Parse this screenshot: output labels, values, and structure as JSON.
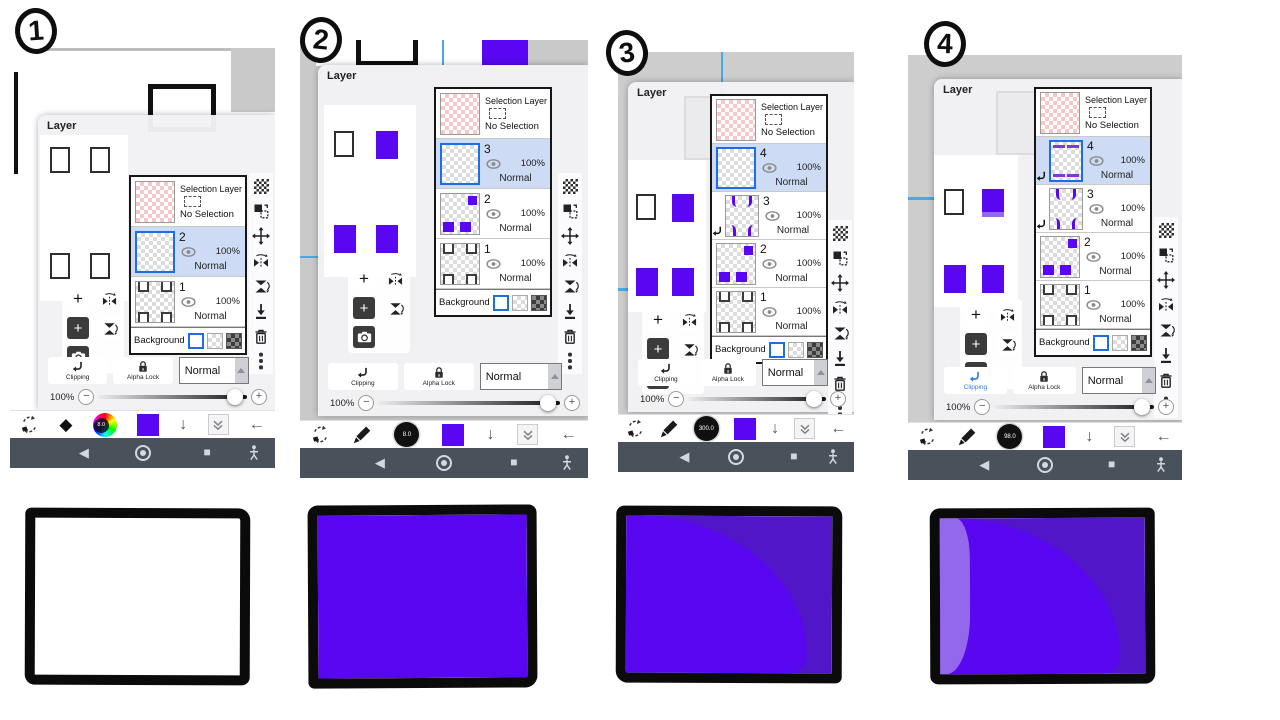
{
  "steps": [
    {
      "number": "1",
      "panel_title": "Layer",
      "selection": {
        "title": "Selection Layer",
        "subtitle": "No Selection"
      },
      "layers": [
        {
          "name": "2",
          "opacity": "100%",
          "mode": "Normal"
        },
        {
          "name": "1",
          "opacity": "100%",
          "mode": "Normal"
        }
      ],
      "background_label": "Background",
      "clipping_label": "Clipping",
      "alpha_lock_label": "Alpha Lock",
      "blend_mode": "Normal",
      "opacity_value": "100%",
      "size_badge": "8.0"
    },
    {
      "number": "2",
      "panel_title": "Layer",
      "selection": {
        "title": "Selection Layer",
        "subtitle": "No Selection"
      },
      "layers": [
        {
          "name": "3",
          "opacity": "100%",
          "mode": "Normal"
        },
        {
          "name": "2",
          "opacity": "100%",
          "mode": "Normal"
        },
        {
          "name": "1",
          "opacity": "100%",
          "mode": "Normal"
        }
      ],
      "background_label": "Background",
      "clipping_label": "Clipping",
      "alpha_lock_label": "Alpha Lock",
      "blend_mode": "Normal",
      "opacity_value": "100%",
      "size_badge": "8.0"
    },
    {
      "number": "3",
      "panel_title": "Layer",
      "selection": {
        "title": "Selection Layer",
        "subtitle": "No Selection"
      },
      "layers": [
        {
          "name": "4",
          "opacity": "100%",
          "mode": "Normal"
        },
        {
          "name": "3",
          "opacity": "100%",
          "mode": "Normal"
        },
        {
          "name": "2",
          "opacity": "100%",
          "mode": "Normal"
        },
        {
          "name": "1",
          "opacity": "100%",
          "mode": "Normal"
        }
      ],
      "background_label": "Background",
      "clipping_label": "Clipping",
      "alpha_lock_label": "Alpha Lock",
      "blend_mode": "Normal",
      "opacity_value": "100%",
      "size_badge": "300.0"
    },
    {
      "number": "4",
      "panel_title": "Layer",
      "selection": {
        "title": "Selection Layer",
        "subtitle": "No Selection"
      },
      "layers": [
        {
          "name": "4",
          "opacity": "100%",
          "mode": "Normal"
        },
        {
          "name": "3",
          "opacity": "100%",
          "mode": "Normal"
        },
        {
          "name": "2",
          "opacity": "100%",
          "mode": "Normal"
        },
        {
          "name": "1",
          "opacity": "100%",
          "mode": "Normal"
        }
      ],
      "background_label": "Background",
      "clipping_label": "Clipping",
      "alpha_lock_label": "Alpha Lock",
      "blend_mode": "Normal",
      "opacity_value": "100%",
      "size_badge": "98.0"
    }
  ],
  "colors": {
    "paint_blue": "#5807F0",
    "corner_shade_violet": "#5216C9",
    "left_highlight_purple": "#9468EB",
    "selected_row_bg": "#CDDCF4",
    "selected_thumb_border": "#1C6EE8",
    "guide_blue": "#45AAE8",
    "clipping_active_blue": "#2F7BE8",
    "nav_bar_bg": "#49515B"
  }
}
